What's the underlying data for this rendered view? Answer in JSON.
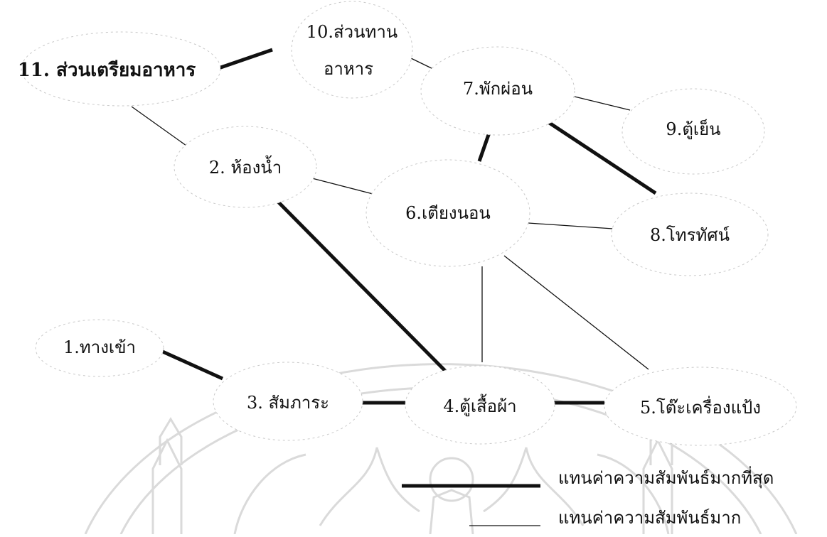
{
  "diagram": {
    "nodes": [
      {
        "id": "n11",
        "label": "11. ส่วนเตรียมอาหาร",
        "bold": true
      },
      {
        "id": "n10",
        "label_line1": "10.ส่วนทาน",
        "label_line2": "อาหาร"
      },
      {
        "id": "n7",
        "label": "7.พักผ่อน"
      },
      {
        "id": "n9",
        "label": "9.ตู้เย็น"
      },
      {
        "id": "n2",
        "label": "2. ห้องน้ำ"
      },
      {
        "id": "n6",
        "label": "6.เตียงนอน"
      },
      {
        "id": "n8",
        "label": "8.โทรทัศน์"
      },
      {
        "id": "n1",
        "label": "1.ทางเข้า"
      },
      {
        "id": "n3",
        "label": "3. สัมภาระ"
      },
      {
        "id": "n4",
        "label": "4.ตู้เสื้อผ้า"
      },
      {
        "id": "n5",
        "label": "5.โต๊ะเครื่องแป้ง"
      }
    ],
    "edges": [
      {
        "from": "n11",
        "to": "n10",
        "strength": "strongest"
      },
      {
        "from": "n11",
        "to": "n2",
        "strength": "strong"
      },
      {
        "from": "n10",
        "to": "n7",
        "strength": "strong"
      },
      {
        "from": "n7",
        "to": "n9",
        "strength": "strong"
      },
      {
        "from": "n7",
        "to": "n6",
        "strength": "strongest"
      },
      {
        "from": "n7",
        "to": "n8",
        "strength": "strongest"
      },
      {
        "from": "n2",
        "to": "n6",
        "strength": "strong"
      },
      {
        "from": "n2",
        "to": "n4",
        "strength": "strongest"
      },
      {
        "from": "n6",
        "to": "n8",
        "strength": "strong"
      },
      {
        "from": "n6",
        "to": "n4",
        "strength": "strong"
      },
      {
        "from": "n6",
        "to": "n5",
        "strength": "strong"
      },
      {
        "from": "n1",
        "to": "n3",
        "strength": "strongest"
      },
      {
        "from": "n3",
        "to": "n4",
        "strength": "strongest"
      },
      {
        "from": "n4",
        "to": "n5",
        "strength": "strongest"
      }
    ]
  },
  "legend": {
    "strongest_label": "แทนค่าความสัมพันธ์มากที่สุด",
    "strong_label": "แทนค่าความสัมพันธ์มาก"
  },
  "colors": {
    "line": "#111111",
    "ellipse_outline": "#c9c9c9",
    "watermark": "#dadada"
  }
}
